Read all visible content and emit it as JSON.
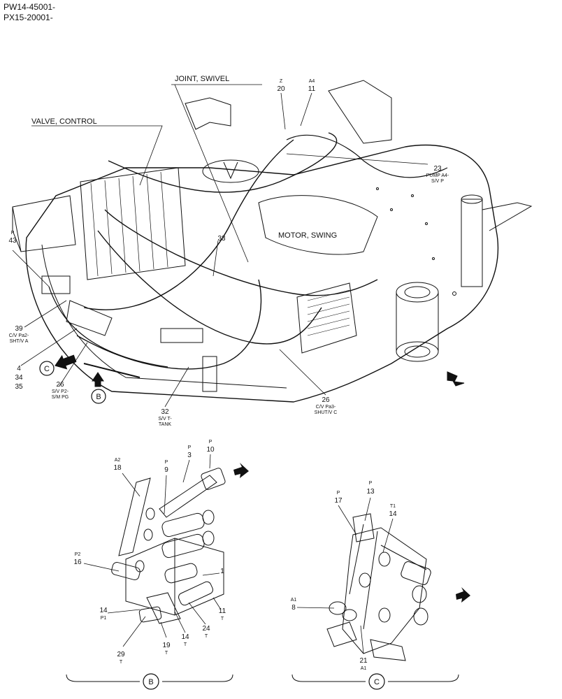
{
  "header": {
    "line1": "PW14-45001-",
    "line2": "PX15-20001-"
  },
  "main_view": {
    "captions": {
      "joint_swivel": "JOINT, SWIVEL",
      "valve_control": "VALVE, CONTROL",
      "motor_swing": "MOTOR, SWING"
    },
    "callouts": [
      {
        "id": "c20",
        "sup": "Z",
        "num": "20",
        "desc": []
      },
      {
        "id": "c11",
        "sup": "A4",
        "num": "11",
        "desc": []
      },
      {
        "id": "c23",
        "sup": "",
        "num": "23",
        "desc": [
          "PUMP A4-",
          "S/V P"
        ]
      },
      {
        "id": "c43",
        "sup": "P",
        "num": "43",
        "desc": []
      },
      {
        "id": "c33",
        "sup": "",
        "num": "33",
        "desc": []
      },
      {
        "id": "c39",
        "sup": "",
        "num": "39",
        "desc": [
          "C/V Pa2-",
          "SHT/V A"
        ]
      },
      {
        "id": "c4",
        "sup": "",
        "num": "4",
        "desc": []
      },
      {
        "id": "c34",
        "sup": "",
        "num": "34",
        "desc": []
      },
      {
        "id": "c35",
        "sup": "",
        "num": "35",
        "desc": []
      },
      {
        "id": "c26a",
        "sup": "",
        "num": "26",
        "desc": [
          "S/V P2-",
          "S/M PG"
        ]
      },
      {
        "id": "c32",
        "sup": "",
        "num": "32",
        "desc": [
          "S/V T-",
          "TANK"
        ]
      },
      {
        "id": "c26b",
        "sup": "",
        "num": "26",
        "desc": [
          "C/V Pa3-",
          "SHUT/V C"
        ]
      }
    ],
    "view_markers": [
      "C",
      "B"
    ]
  },
  "detail_b": {
    "marker": "B",
    "callouts": [
      {
        "id": "b18",
        "sup": "A2",
        "num": "18",
        "sub": ""
      },
      {
        "id": "b9",
        "sup": "P",
        "num": "9",
        "sub": ""
      },
      {
        "id": "b3",
        "sup": "P",
        "num": "3",
        "sub": ""
      },
      {
        "id": "b10",
        "sup": "P",
        "num": "10",
        "sub": ""
      },
      {
        "id": "b16",
        "sup": "P2",
        "num": "16",
        "sub": ""
      },
      {
        "id": "b1",
        "sup": "",
        "num": "1",
        "sub": ""
      },
      {
        "id": "b14a",
        "sup": "",
        "num": "14",
        "sub": "P1"
      },
      {
        "id": "b11",
        "sup": "",
        "num": "11",
        "sub": "T"
      },
      {
        "id": "b24",
        "sup": "",
        "num": "24",
        "sub": "T"
      },
      {
        "id": "b14b",
        "sup": "",
        "num": "14",
        "sub": "T"
      },
      {
        "id": "b19",
        "sup": "",
        "num": "19",
        "sub": "T"
      },
      {
        "id": "b29",
        "sup": "",
        "num": "29",
        "sub": "T"
      }
    ]
  },
  "detail_c": {
    "marker": "C",
    "callouts": [
      {
        "id": "c13",
        "sup": "P",
        "num": "13",
        "sub": ""
      },
      {
        "id": "c17",
        "sup": "P",
        "num": "17",
        "sub": ""
      },
      {
        "id": "c14",
        "sup": "T1",
        "num": "14",
        "sub": ""
      },
      {
        "id": "c8",
        "sup": "A1",
        "num": "8",
        "sub": ""
      },
      {
        "id": "c21",
        "sup": "",
        "num": "21",
        "sub": "A1"
      }
    ]
  }
}
